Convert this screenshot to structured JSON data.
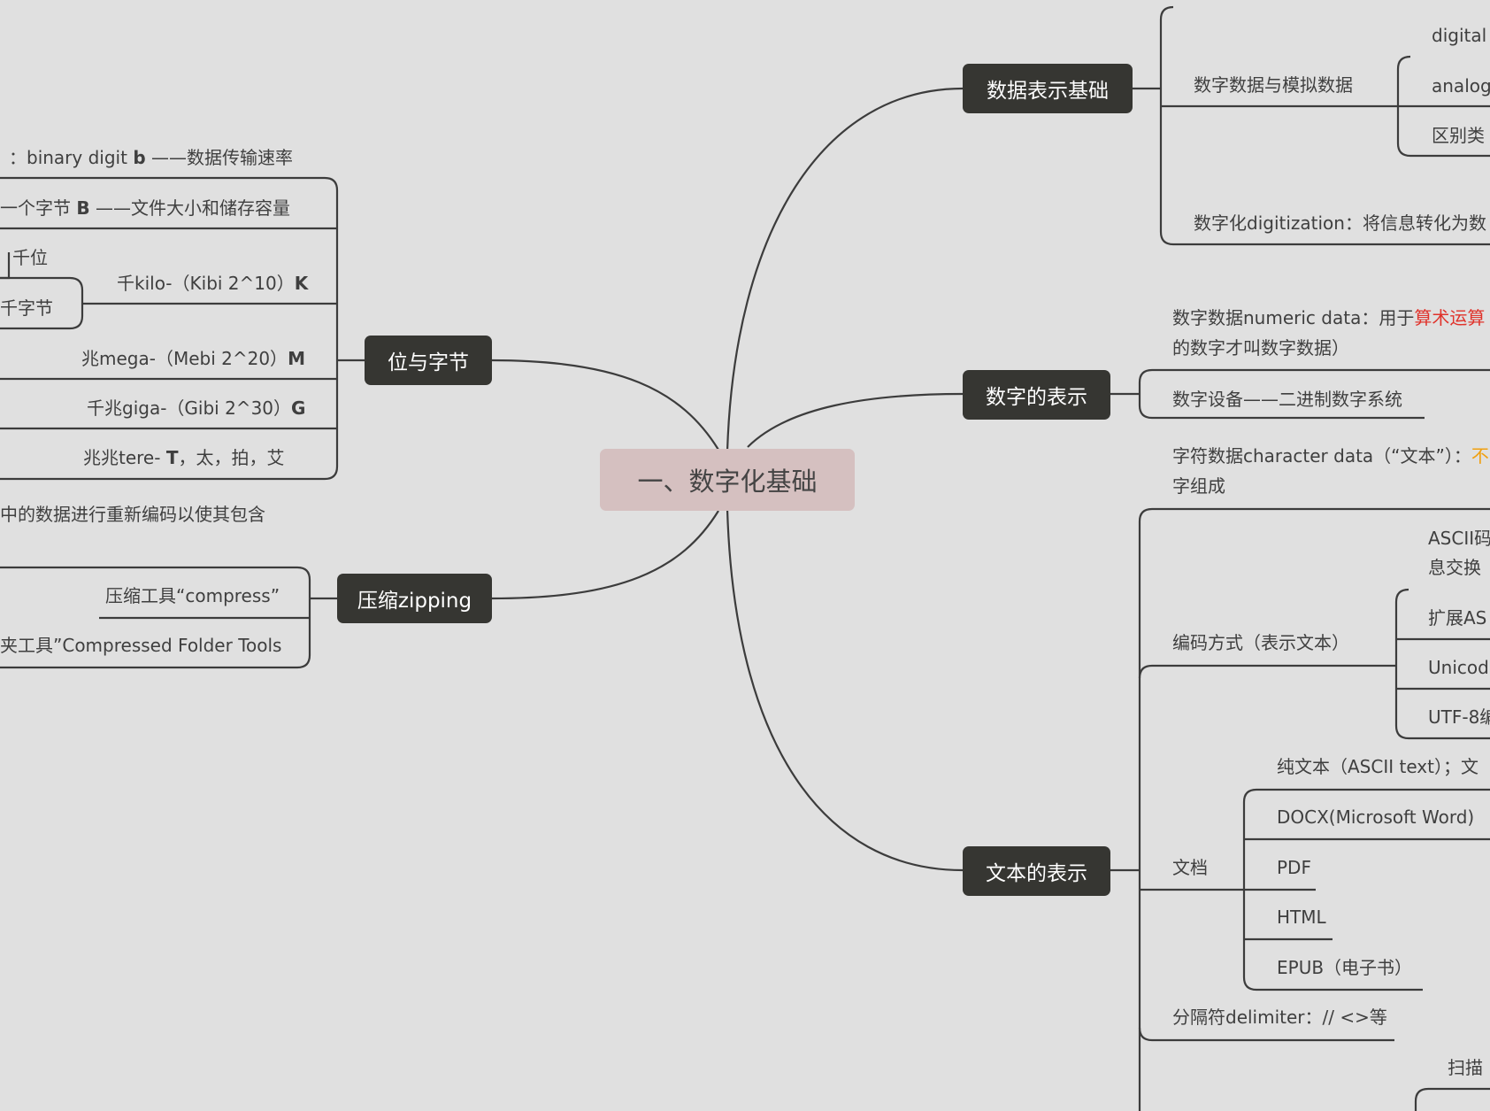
{
  "root": {
    "label": "一、数字化基础"
  },
  "branches": {
    "data_repr": "数据表示基础",
    "number_repr": "数字的表示",
    "text_repr": "文本的表示",
    "bits_bytes": "位与字节",
    "zipping": "压缩zipping"
  },
  "data_repr_items": {
    "digital_vs_analog": "数字数据与模拟数据",
    "digital": "digital",
    "analog": "analog",
    "difference": "区别类",
    "digitization": "数字化digitization：将信息转化为数"
  },
  "number_repr_items": {
    "numeric_data_a": "数字数据numeric data：用于",
    "numeric_data_red": "算术运算",
    "numeric_data_b": "的数字才叫数字数据）",
    "digital_device": "数字设备——二进制数字系统",
    "char_data_a": "字符数据character data（“文本”）：",
    "char_data_orange": "不",
    "char_data_b": "字组成"
  },
  "text_repr_items": {
    "encoding": "编码方式（表示文本）",
    "ascii_a": "ASCII码",
    "ascii_b": "息交换",
    "ext_ascii": "扩展AS",
    "unicode": "Unicod",
    "utf8": "UTF-8编",
    "docs": "文档",
    "plain_text": "纯文本（ASCII text）；文",
    "docx": "DOCX(Microsoft Word)",
    "pdf": "PDF",
    "html": "HTML",
    "epub": "EPUB（电子书）",
    "delimiter": "分隔符delimiter：// <>等",
    "scan": "扫描"
  },
  "bits_items": {
    "bit_a": "：binary digit ",
    "bit_bold": "b",
    "bit_b": " ——数据传输速率",
    "byte_a": "一个字节 ",
    "byte_bold": "B",
    "byte_b": " ——文件大小和储存容量",
    "kilo_bit": "千位",
    "kilo_byte": "千字节",
    "kilo_a": "千kilo-（Kibi 2^10）",
    "kilo_bold": "K",
    "mega_a": "兆mega-（Mebi 2^20）",
    "mega_bold": "M",
    "giga_a": "千兆giga-（Gibi 2^30）",
    "giga_bold": "G",
    "tera_a": "兆兆tere-  ",
    "tera_bold": "T",
    "tera_b": "，太，拍，艾"
  },
  "zip_items": {
    "recode": "中的数据进行重新编码以使其包含",
    "compress_tool": "压缩工具“compress”",
    "folder_tool": "夹工具”Compressed Folder Tools"
  }
}
